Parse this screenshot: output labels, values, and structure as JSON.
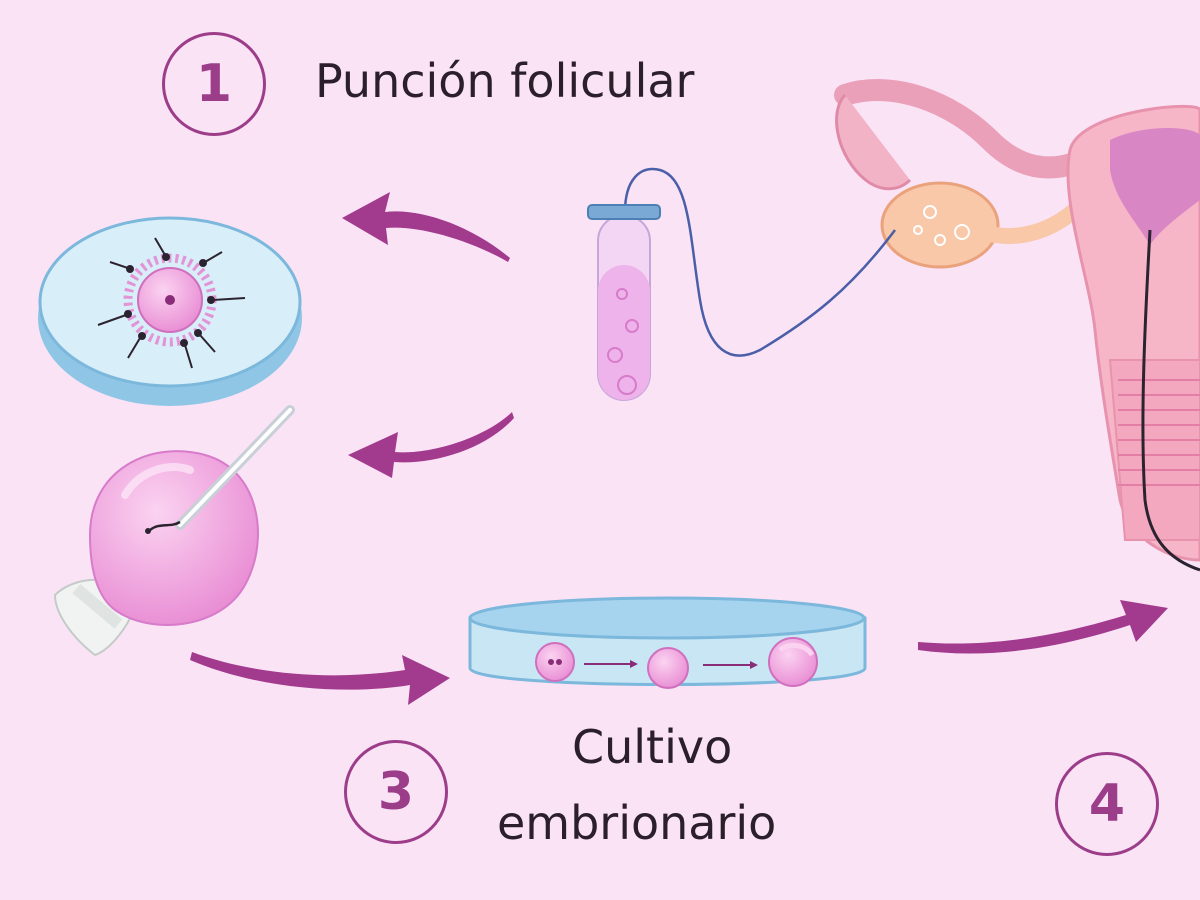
{
  "steps": [
    {
      "number": "1",
      "label": "Punción folicular"
    },
    {
      "number": "3",
      "label_line1": "Cultivo",
      "label_line2": "embrionario"
    },
    {
      "number": "4"
    }
  ],
  "colors": {
    "background": "#fbe3f6",
    "accent": "#9c3d8a",
    "arrow": "#a23a8e",
    "dish": "#bfe4f2",
    "cell": "#ee9fdc",
    "uterus": "#f7b6c8"
  }
}
